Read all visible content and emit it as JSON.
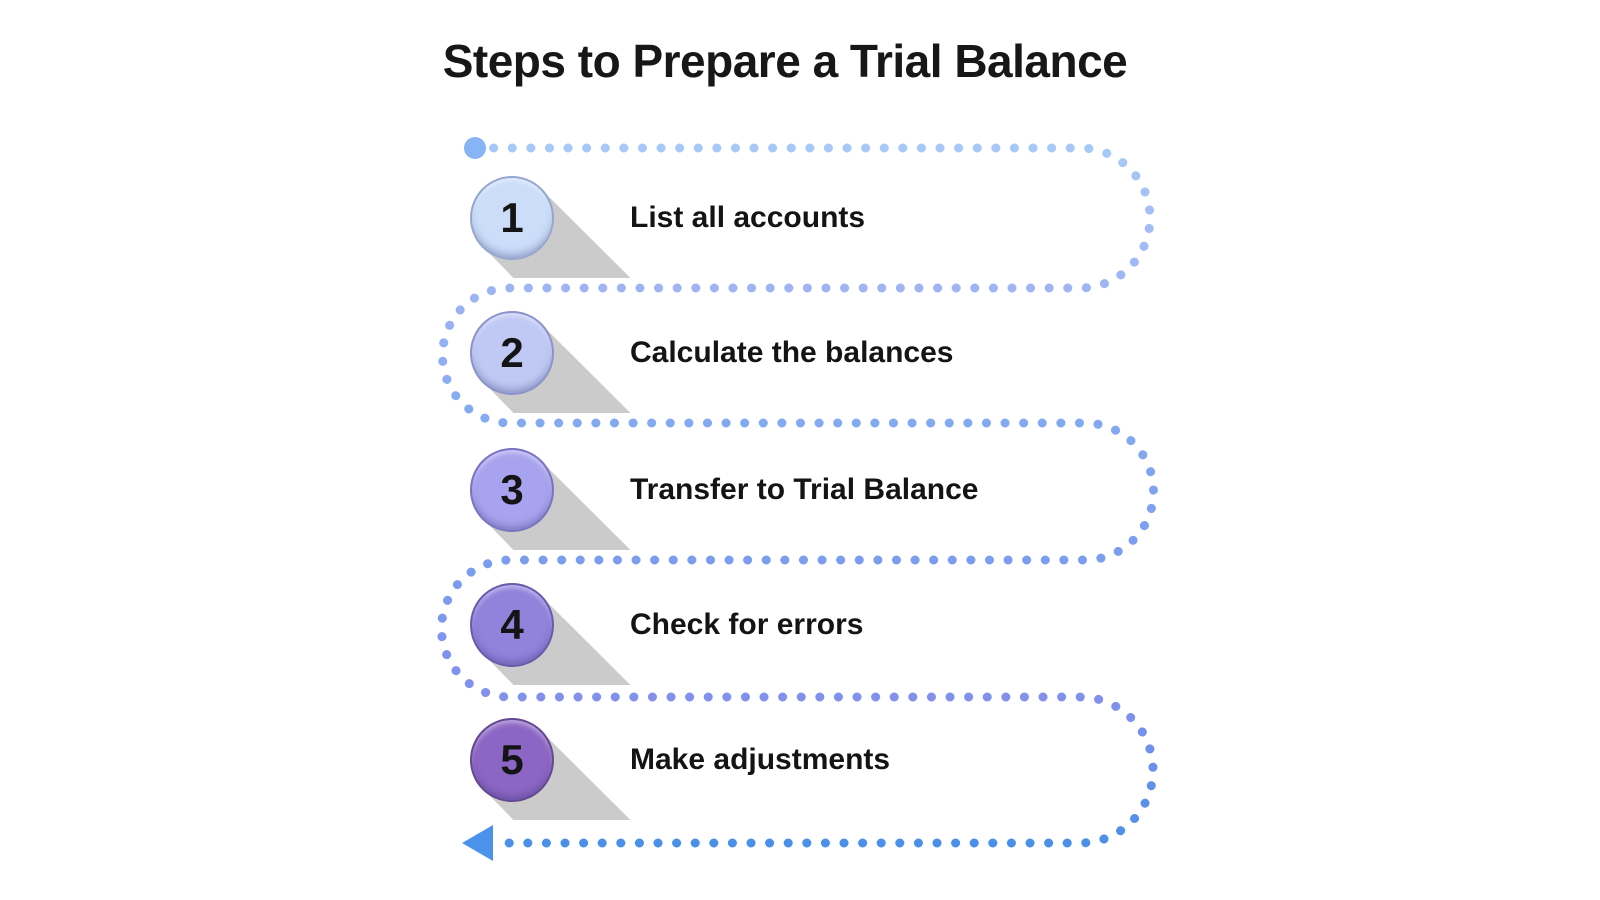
{
  "title": "Steps to Prepare a Trial Balance",
  "flow": {
    "start_dot_color": "#86B4F4",
    "arrow_color": "#4C92EA",
    "shadow_color": "#cbcbcb",
    "dot_gradient": {
      "top": "#A8C9F8",
      "upper": "#9FB4F5",
      "mid_upper": "#83A9F1",
      "mid_lower": "#7C9DEF",
      "lower": "#8290EC",
      "bottom": "#4B90E8"
    }
  },
  "steps": [
    {
      "number": "1",
      "label": "List all accounts",
      "circle_color": "#CBDDF9",
      "border_color": "#96A7CF"
    },
    {
      "number": "2",
      "label": "Calculate the balances",
      "circle_color": "#BFC9F4",
      "border_color": "#8A93CB"
    },
    {
      "number": "3",
      "label": "Transfer to Trial Balance",
      "circle_color": "#A8A3EE",
      "border_color": "#7A73C2"
    },
    {
      "number": "4",
      "label": "Check for errors",
      "circle_color": "#9182DC",
      "border_color": "#695BAC"
    },
    {
      "number": "5",
      "label": "Make adjustments",
      "circle_color": "#8C66C4",
      "border_color": "#644890"
    }
  ]
}
